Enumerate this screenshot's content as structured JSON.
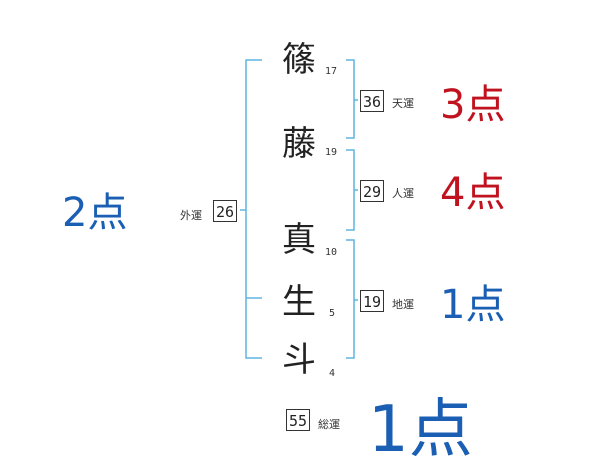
{
  "name": {
    "chars": [
      {
        "char": "篠",
        "strokes": "17"
      },
      {
        "char": "藤",
        "strokes": "19"
      },
      {
        "char": "真",
        "strokes": "10"
      },
      {
        "char": "生",
        "strokes": "5"
      },
      {
        "char": "斗",
        "strokes": "4"
      }
    ]
  },
  "fortunes": {
    "tenkaku": {
      "value": "36",
      "label": "天運",
      "score": "3点",
      "color": "#c0121f"
    },
    "jinkaku": {
      "value": "29",
      "label": "人運",
      "score": "4点",
      "color": "#c0121f"
    },
    "chikaku": {
      "value": "19",
      "label": "地運",
      "score": "1点",
      "color": "#1a5fb4"
    },
    "gaikaku": {
      "value": "26",
      "label": "外運",
      "score": "2点",
      "color": "#1a5fb4"
    },
    "soukaku": {
      "value": "55",
      "label": "総運",
      "score": "1点",
      "color": "#1a5fb4"
    }
  },
  "colors": {
    "bracket": "#5fb4df"
  }
}
